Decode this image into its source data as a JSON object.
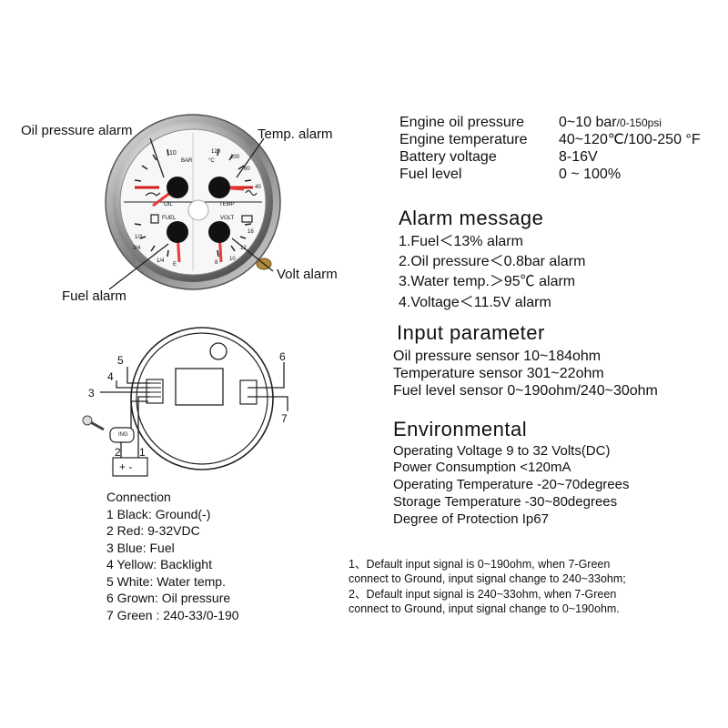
{
  "gauge": {
    "callouts": {
      "oil_pressure_alarm": "Oil pressure alarm",
      "temp_alarm": "Temp. alarm",
      "fuel_alarm": "Fuel alarm",
      "volt_alarm": "Volt alarm"
    },
    "dial": {
      "bar_unit": "BAR",
      "bar_10": "10",
      "oil_label": "OIL",
      "temp_unit": "°C",
      "temp_label": "TEMP",
      "t120": "120",
      "t100": "100",
      "t80": "80",
      "t40": "40",
      "fuel_label": "FUEL",
      "volt_label": "VOLT",
      "v16": "16",
      "v12": "12",
      "v10": "10",
      "v8": "8",
      "f_half": "1/2",
      "f_quarter": "1/4",
      "f_e": "E",
      "f_3q": "3/4"
    }
  },
  "specs": [
    {
      "name": "Engine oil pressure",
      "value": "0~10 bar",
      "suffix": "/0-150psi"
    },
    {
      "name": "Engine temperature",
      "value": "40~120℃/100-250 °F"
    },
    {
      "name": "Battery voltage",
      "value": "8-16V"
    },
    {
      "name": "Fuel level",
      "value": "0 ~ 100%"
    }
  ],
  "alarm": {
    "heading": "Alarm  message",
    "items": [
      "1.Fuel＜13% alarm",
      "2.Oil pressure＜0.8bar alarm",
      "3.Water temp.＞95℃ alarm",
      "4.Voltage＜11.5V alarm"
    ]
  },
  "input": {
    "heading": "Input parameter",
    "items": [
      "Oil pressure sensor   10~184ohm",
      "Temperature sensor  301~22ohm",
      "Fuel level sensor  0~190ohm/240~30ohm"
    ]
  },
  "environmental": {
    "heading": "Environmental",
    "items": [
      "Operating Voltage    9 to 32 Volts(DC)",
      "Power Consumption  <120mA",
      "Operating Temperature -20~70degrees",
      "Storage Temperature -30~80degrees",
      "Degree of Protection     Ip67"
    ]
  },
  "wiring": {
    "pins": {
      "p1": "1",
      "p2": "2",
      "p3": "3",
      "p4": "4",
      "p5": "5",
      "p6": "6",
      "p7": "7"
    },
    "ing": "ING",
    "battery": "+  -"
  },
  "connection": {
    "heading": "Connection",
    "items": [
      "1 Black: Ground(-)",
      "2 Red: 9-32VDC",
      "3 Blue: Fuel",
      "4 Yellow: Backlight",
      "5 White: Water temp.",
      "6 Grown:  Oil pressure",
      "7 Green :  240-33/0-190"
    ]
  },
  "notes": [
    "1、Default  input signal is 0~190ohm, when 7-Green",
    "connect to Ground,  input signal change to 240~33ohm;",
    "2、Default  input signal is 240~33ohm, when 7-Green",
    "connect to Ground, input signal change to 0~190ohm."
  ]
}
